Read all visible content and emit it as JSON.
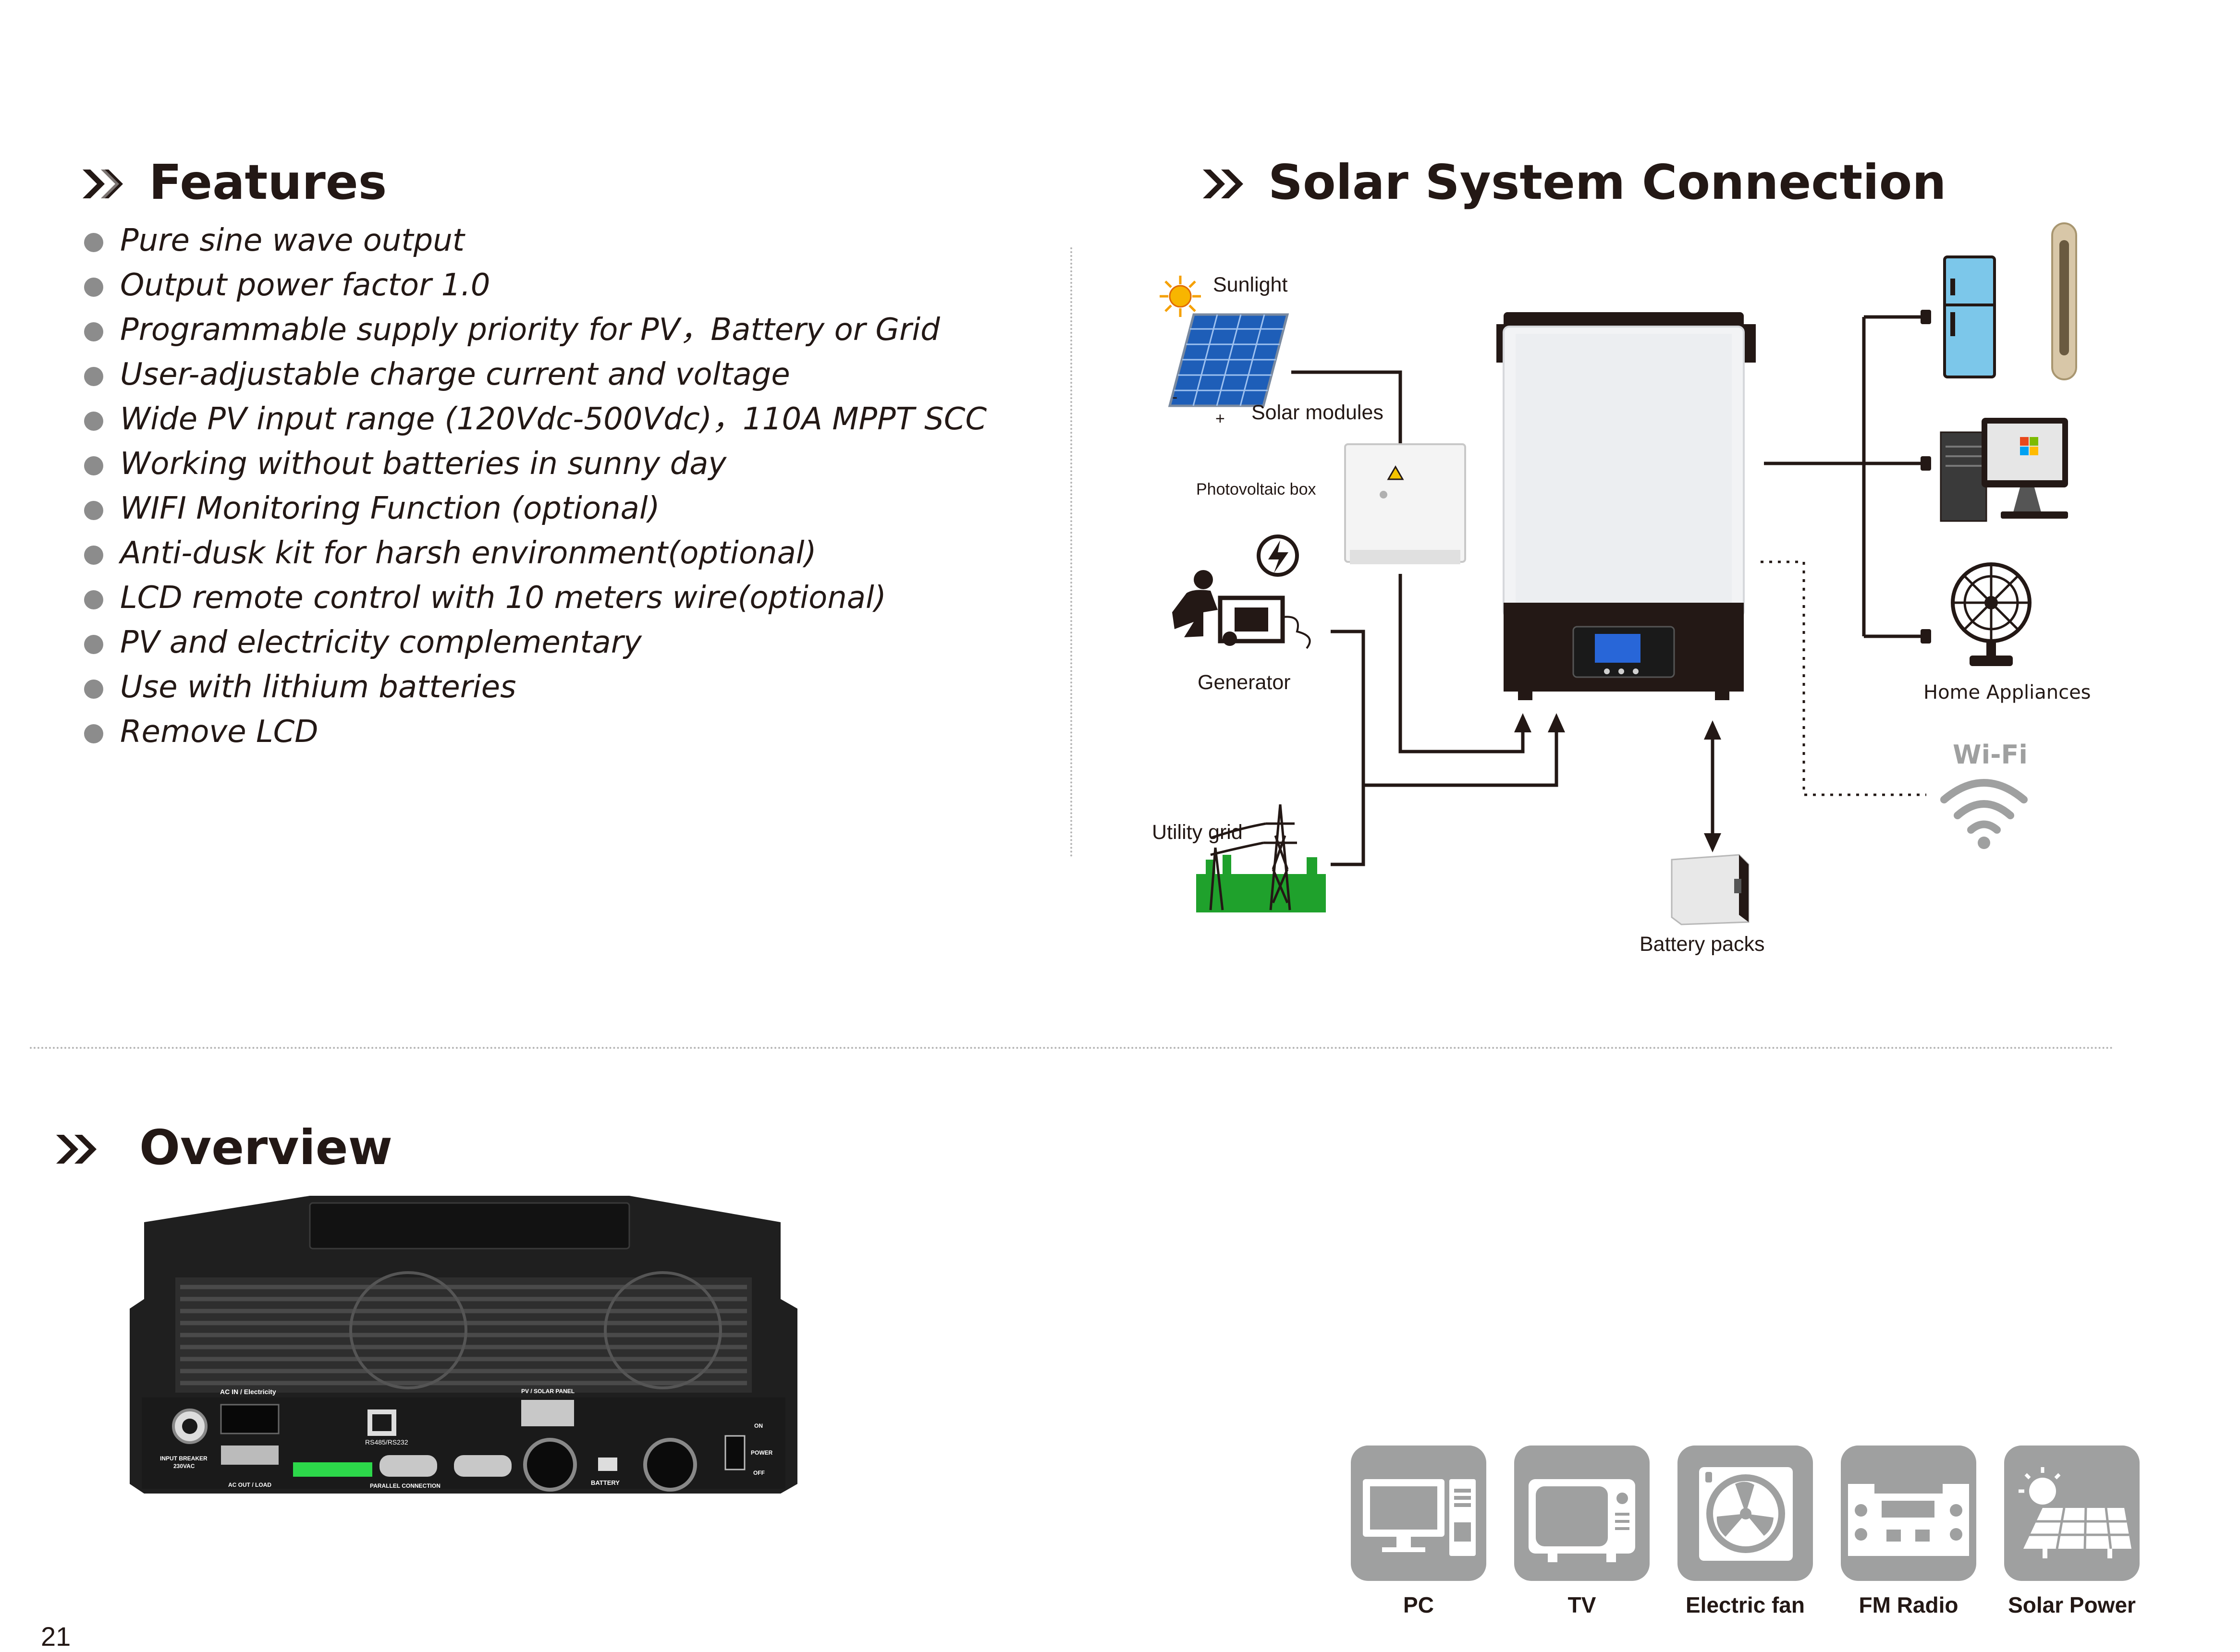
{
  "features": {
    "title": "Features",
    "items": [
      "Pure sine wave output",
      "Output power factor 1.0",
      "Programmable supply priority for PV，Battery or Grid",
      "User-adjustable charge current and voltage",
      "Wide PV input range (120Vdc-500Vdc)，110A MPPT SCC",
      "Working without batteries in sunny day",
      "WIFI Monitoring Function (optional)",
      "Anti-dusk kit for harsh environment(optional)",
      "LCD remote control with 10 meters wire(optional)",
      "PV and electricity complementary",
      "Use with lithium batteries",
      "Remove LCD"
    ]
  },
  "solar": {
    "title": "Solar System Connection",
    "labels": {
      "sunlight": "Sunlight",
      "solar_modules": "Solar modules",
      "pv_box": "Photovoltaic box",
      "generator": "Generator",
      "utility_grid": "Utility grid",
      "battery_packs": "Battery packs",
      "home_appliances": "Home Appliances",
      "wifi": "Wi-Fi",
      "minus": "-",
      "plus": "+"
    }
  },
  "overview": {
    "title": "Overview",
    "panel_labels": {
      "ac_in": "AC IN / Electricity",
      "rs485": "RS485/RS232",
      "input_breaker": "INPUT BREAKER",
      "breaker_rating": "230VAC",
      "ac_out": "AC OUT / LOAD",
      "parallel": "PARALLEL CONNECTION",
      "pv_panel": "PV / SOLAR PANEL",
      "battery": "BATTERY",
      "on": "ON",
      "power": "POWER",
      "off": "OFF"
    }
  },
  "applications": [
    "PC",
    "TV",
    "Electric fan",
    "FM Radio",
    "Solar Power"
  ],
  "page_number": "21",
  "colors": {
    "text": "#231815",
    "bullet": "#8c8c8c",
    "card": "#9fa0a0",
    "wifi": "#9fa0a0"
  }
}
